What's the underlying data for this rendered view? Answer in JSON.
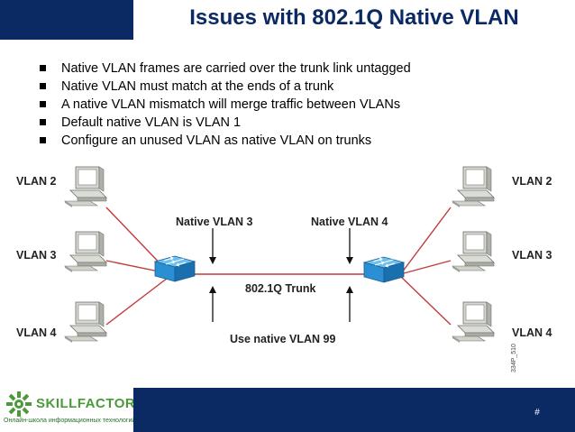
{
  "title": "Issues with 802.1Q Native VLAN",
  "bullets": [
    "Native VLAN frames are carried over the trunk link untagged",
    "Native VLAN must match at the ends of a trunk",
    "A native VLAN mismatch will merge traffic between VLANs",
    "Default native VLAN is VLAN 1",
    "Configure an unused VLAN as native VLAN on trunks"
  ],
  "diagram": {
    "left_hosts": [
      "VLAN 2",
      "VLAN 3",
      "VLAN 4"
    ],
    "right_hosts": [
      "VLAN 2",
      "VLAN 3",
      "VLAN 4"
    ],
    "native_left": "Native VLAN 3",
    "native_right": "Native VLAN 4",
    "trunk_label": "802.1Q Trunk",
    "recommendation": "Use native VLAN 99",
    "figure_code": "334P_510"
  },
  "colors": {
    "navy": "#0b2a63",
    "link_red": "#c23b3b",
    "switch_blue": "#2b8fd4",
    "brand_green": "#4a9a3b"
  },
  "footer": {
    "logo_name": "SKILLFACTORY",
    "logo_tagline": "Онлайн-школа информационных технологий",
    "slide_number": "#"
  }
}
